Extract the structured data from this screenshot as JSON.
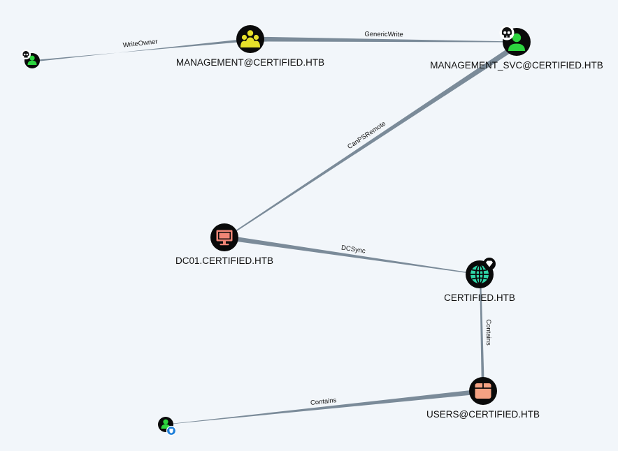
{
  "colors": {
    "background": "#f2f6fa",
    "edge": "#7b8b99",
    "node_ring": "#0a0a0a",
    "group_icon": "#e6e02a",
    "user_icon": "#2dd43f",
    "computer_icon": "#f08576",
    "domain_icon": "#2fd6a8",
    "container_icon": "#f5a283"
  },
  "nodes": {
    "user_a": {
      "label": "",
      "icon": "user-icon",
      "badge": "skull-icon"
    },
    "management": {
      "label": "MANAGEMENT@CERTIFIED.HTB",
      "icon": "group-icon"
    },
    "management_svc": {
      "label": "MANAGEMENT_SVC@CERTIFIED.HTB",
      "icon": "user-icon",
      "badge": "skull-icon"
    },
    "dc01": {
      "label": "DC01.CERTIFIED.HTB",
      "icon": "computer-icon"
    },
    "certified": {
      "label": "CERTIFIED.HTB",
      "icon": "globe-icon",
      "badge": "diamond-icon"
    },
    "users": {
      "label": "USERS@CERTIFIED.HTB",
      "icon": "box-icon"
    },
    "user_b": {
      "label": "",
      "icon": "user-icon",
      "badge": "shield-icon"
    }
  },
  "edges": {
    "writeowner": {
      "label": "WriteOwner"
    },
    "genericwrite": {
      "label": "GenericWrite"
    },
    "canpsremote": {
      "label": "CanPSRemote"
    },
    "dcsync": {
      "label": "DCSync"
    },
    "contains_domain": {
      "label": "Contains"
    },
    "contains_users": {
      "label": "Contains"
    }
  }
}
